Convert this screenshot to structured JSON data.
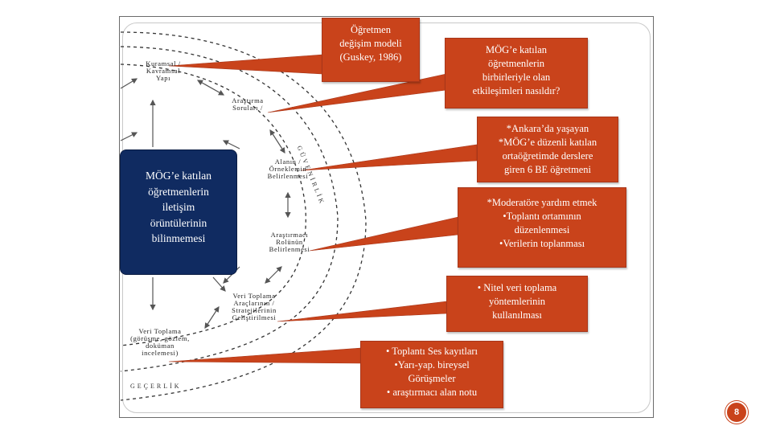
{
  "central_box": {
    "lines": [
      "MÖG’e katılan",
      "öğretmenlerin",
      "iletişim",
      "örüntülerinin",
      "bilinmemesi"
    ]
  },
  "diagram_labels": {
    "kuramsal": [
      "Kuramsal /",
      "Kavramsal",
      "Yapı"
    ],
    "arastirma_sorulari": [
      "Araştırma",
      "Soruları /"
    ],
    "alanin": [
      "Alanın /",
      "Örneklemin",
      "Belirlenmesi"
    ],
    "arastirmaci_rolu": [
      "Araştırmacı",
      "Rolünün",
      "Belirlenmesi"
    ],
    "veri_toplama_araclari": [
      "Veri Toplama",
      "Araçlarının /",
      "Stratejilerinin",
      "Geliştirilmesi"
    ],
    "veri_toplama": [
      "Veri Toplama",
      "(görüşme, gözlem,",
      "doküman",
      "incelemesi)"
    ],
    "ring_guvenirlik": "GÜVENİRLİK",
    "ring_gecerlik": "GEÇERLİK"
  },
  "callouts": [
    {
      "id": "model",
      "lines": [
        "Öğretmen",
        "değişim modeli",
        "(Guskey, 1986)"
      ]
    },
    {
      "id": "question",
      "lines": [
        "MÖG’e katılan",
        "öğretmenlerin",
        "birbirleriyle olan",
        "etkileşimleri nasıldır?"
      ]
    },
    {
      "id": "sample",
      "lines": [
        "*Ankara’da yaşayan",
        "*MÖG’e düzenli katılan",
        "ortaöğretimde derslere",
        "giren 6 BE öğretmeni"
      ]
    },
    {
      "id": "role",
      "lines": [
        "*Moderatöre yardım etmek",
        "•Toplantı ortamının",
        "düzenlenmesi",
        "•Verilerin toplanması"
      ]
    },
    {
      "id": "methods",
      "lines": [
        "• Nitel veri toplama",
        "yöntemlerinin",
        "kullanılması"
      ]
    },
    {
      "id": "tools",
      "lines": [
        "• Toplantı Ses kayıtları",
        "•Yarı-yap. bireysel",
        "Görüşmeler",
        "• araştırmacı alan notu"
      ]
    }
  ],
  "page_number": "8",
  "colors": {
    "callout": "#c9431b",
    "central": "#102b61"
  }
}
